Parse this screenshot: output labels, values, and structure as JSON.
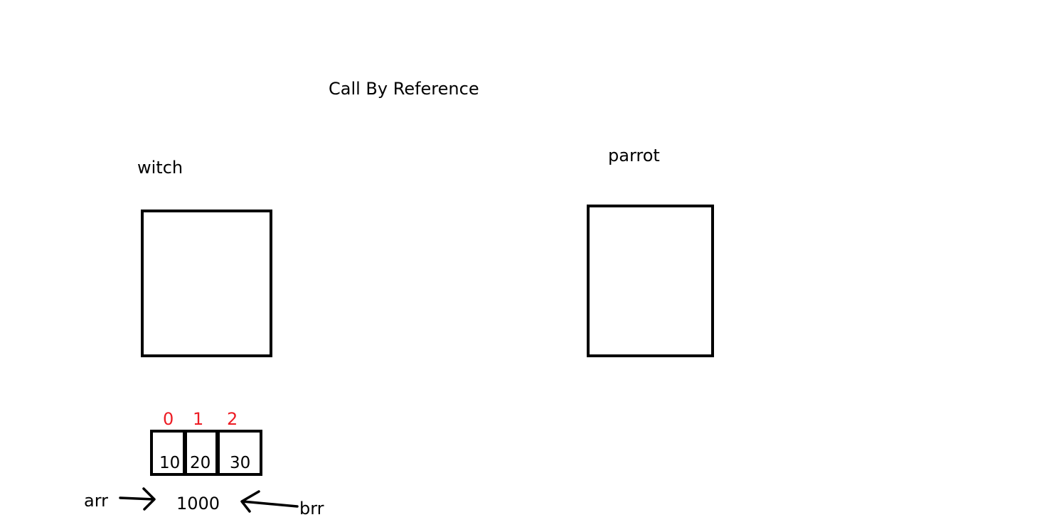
{
  "title": "Call By Reference",
  "left_frame": {
    "label": "witch"
  },
  "right_frame": {
    "label": "parrot"
  },
  "array": {
    "indices": [
      "0",
      "1",
      "2"
    ],
    "values": [
      "10",
      "20",
      "30"
    ],
    "address": "1000"
  },
  "references": {
    "left": "arr",
    "right": "brr"
  },
  "colors": {
    "index": "#ed1c24",
    "stroke": "#000000"
  }
}
